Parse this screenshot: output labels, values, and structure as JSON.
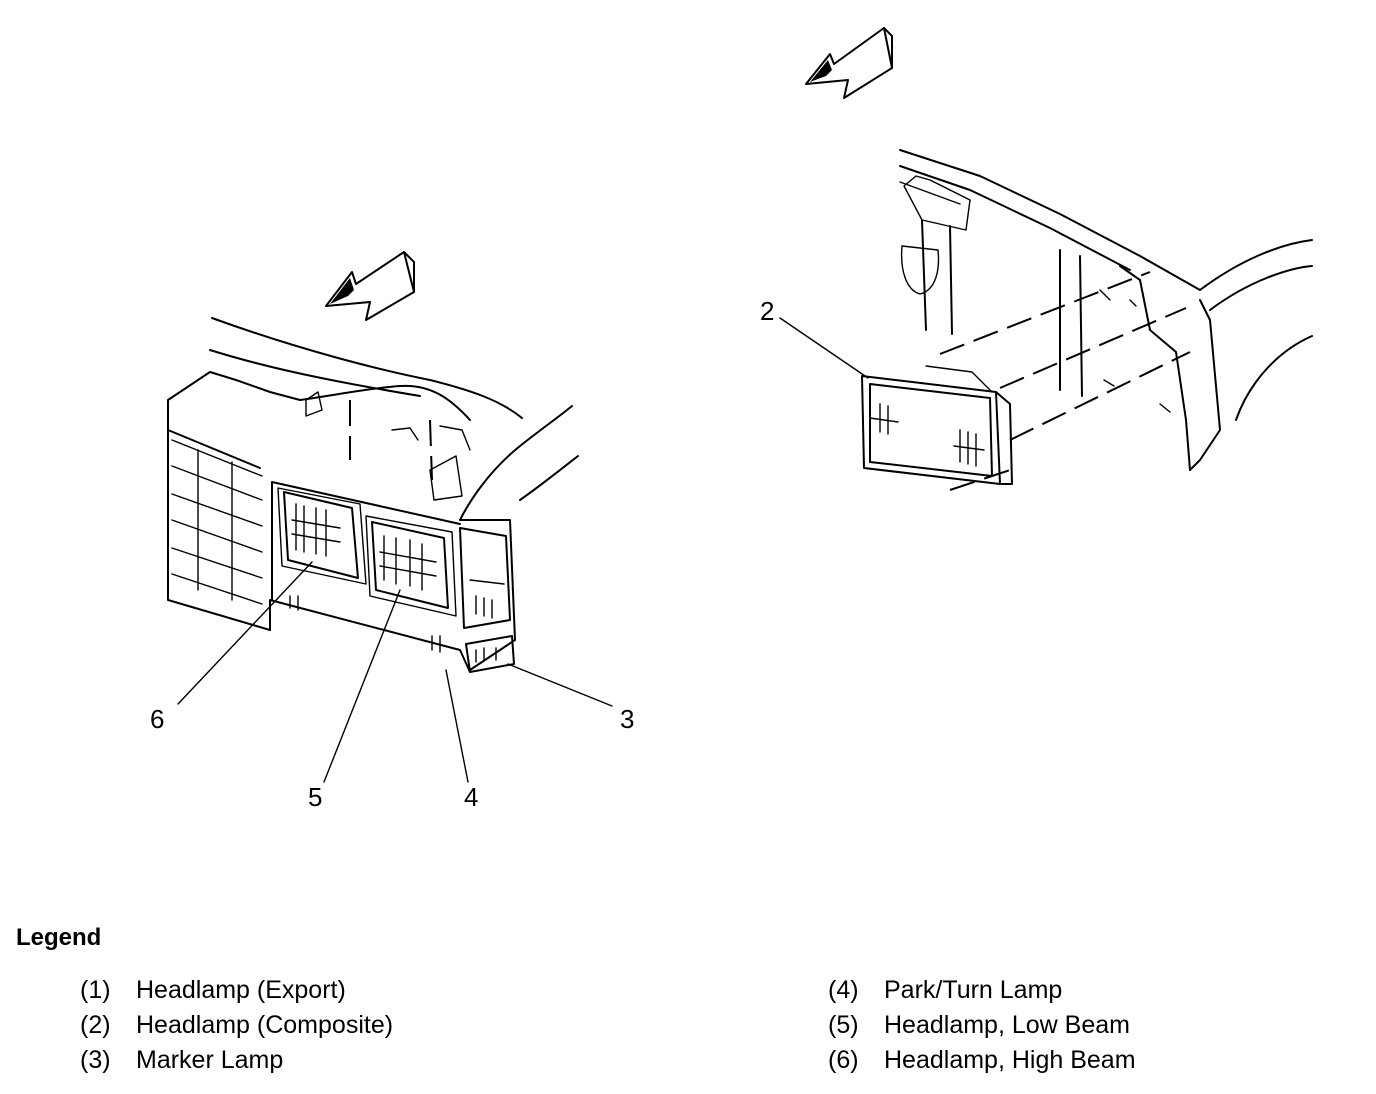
{
  "diagram": {
    "callouts": {
      "c2": "2",
      "c3": "3",
      "c4": "4",
      "c5": "5",
      "c6": "6"
    }
  },
  "legend": {
    "title": "Legend",
    "items": [
      {
        "num": "(1)",
        "label": "Headlamp (Export)"
      },
      {
        "num": "(2)",
        "label": "Headlamp (Composite)"
      },
      {
        "num": "(3)",
        "label": "Marker Lamp"
      },
      {
        "num": "(4)",
        "label": "Park/Turn Lamp"
      },
      {
        "num": "(5)",
        "label": "Headlamp, Low Beam"
      },
      {
        "num": "(6)",
        "label": "Headlamp, High Beam"
      }
    ]
  }
}
